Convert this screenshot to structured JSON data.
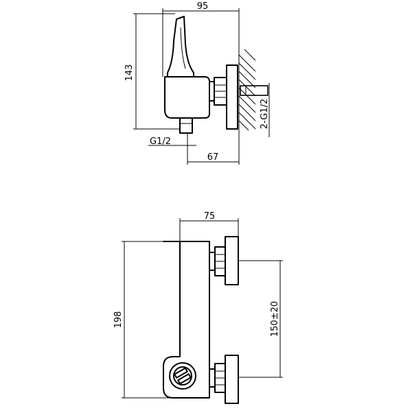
{
  "side_view": {
    "dim_width": "95",
    "dim_height": "143",
    "dim_outlet_offset": "67",
    "outlet_thread": "G1/2",
    "inlet_thread": "2-G1/2"
  },
  "front_view": {
    "dim_width": "75",
    "dim_height": "198",
    "dim_inlet_spacing": "150±20"
  }
}
